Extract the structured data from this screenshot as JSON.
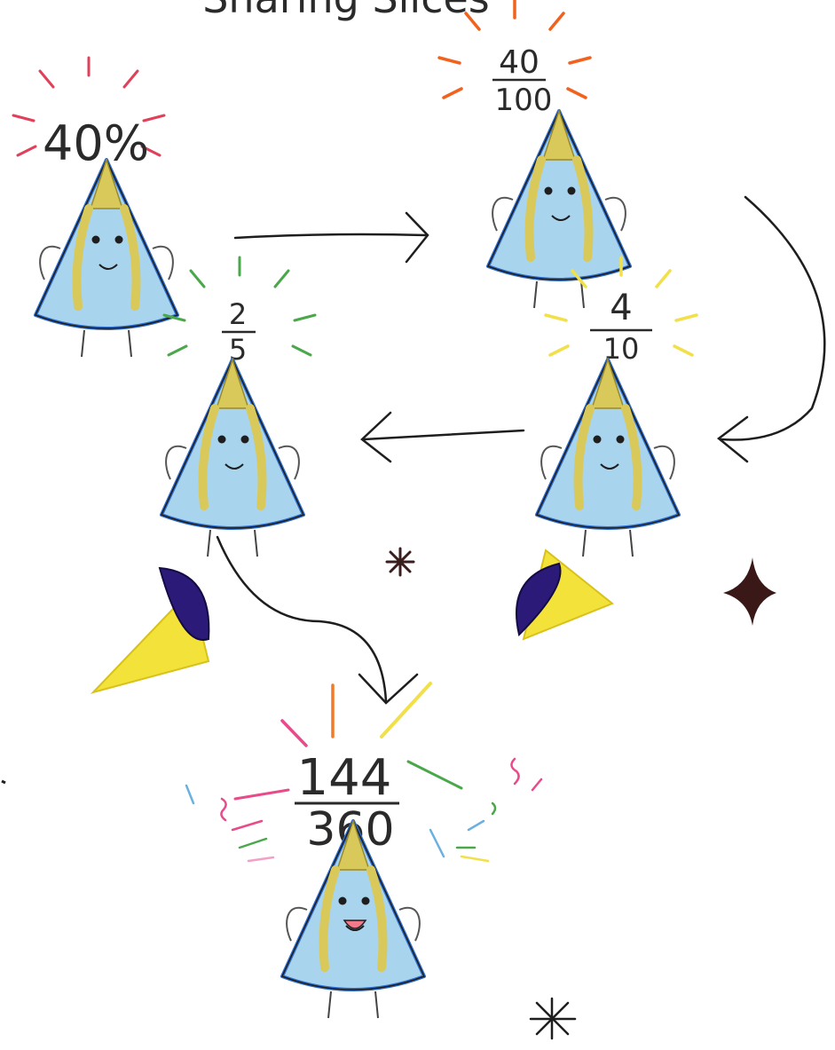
{
  "title": "Sharing Slices",
  "slices": [
    {
      "id": "slice-40-percent",
      "label": "40%",
      "burst_color": "#e0405a"
    },
    {
      "id": "slice-40-over-100",
      "numerator": "40",
      "denominator": "100",
      "burst_color": "#f0621e"
    },
    {
      "id": "slice-4-over-10",
      "numerator": "4",
      "denominator": "10",
      "burst_color": "#f2e04a"
    },
    {
      "id": "slice-2-over-5",
      "numerator": "2",
      "denominator": "5",
      "burst_color": "#4aa84a"
    },
    {
      "id": "slice-144-over-360",
      "numerator": "144",
      "denominator": "360",
      "burst_color": "#e84a8a"
    }
  ],
  "colors": {
    "slice_fill": "#a8d4ee",
    "slice_edge": "#2f6fd0",
    "hair": "#d9c95a",
    "ink": "#1e1e1e",
    "popper_cone": "#f2e23a",
    "popper_cap": "#2b1a78"
  },
  "decorations": [
    "asterisk-star-icon",
    "four-point-star-icon",
    "party-popper-icon"
  ]
}
